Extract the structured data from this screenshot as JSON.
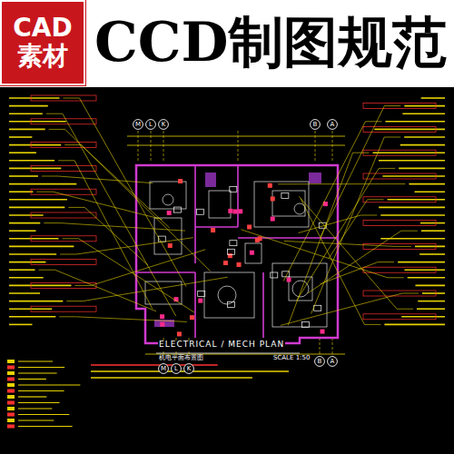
{
  "diagram": {
    "title": "CCD制图规范",
    "nodes": [
      {
        "text": [
          "CAD",
          "素材"
        ]
      },
      {
        "text": [
          "M"
        ]
      },
      {
        "text": [
          "L"
        ]
      },
      {
        "text": [
          "K"
        ]
      },
      {
        "text": [
          "B"
        ]
      },
      {
        "text": [
          "A"
        ]
      },
      {
        "text": [
          "M"
        ]
      },
      {
        "text": [
          "L"
        ]
      },
      {
        "text": [
          "K"
        ]
      },
      {
        "text": [
          "B"
        ]
      },
      {
        "text": [
          "A"
        ]
      }
    ],
    "labels": [
      "ELECTRICAL / MECH PLAN",
      "机电平面布置图",
      "SCALE 1:50"
    ]
  }
}
